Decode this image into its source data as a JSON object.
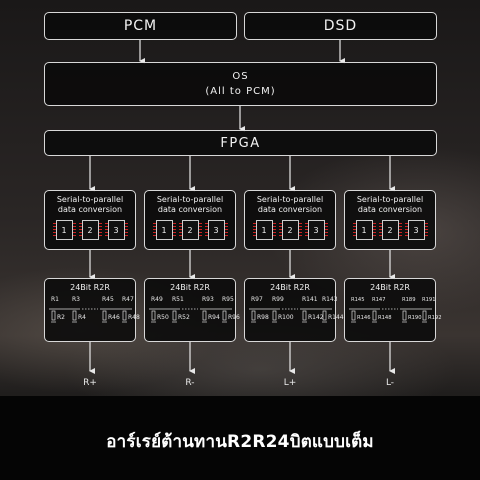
{
  "inputs": {
    "pcm": "PCM",
    "dsd": "DSD"
  },
  "os": {
    "line1": "OS",
    "line2": "(All to PCM)"
  },
  "fpga": "FPGA",
  "converters": [
    {
      "title1": "Serial-to-parallel",
      "title2": "data conversion",
      "chips": [
        "1",
        "2",
        "3"
      ]
    },
    {
      "title1": "Serial-to-parallel",
      "title2": "data conversion",
      "chips": [
        "1",
        "2",
        "3"
      ]
    },
    {
      "title1": "Serial-to-parallel",
      "title2": "data conversion",
      "chips": [
        "1",
        "2",
        "3"
      ]
    },
    {
      "title1": "Serial-to-parallel",
      "title2": "data conversion",
      "chips": [
        "1",
        "2",
        "3"
      ]
    }
  ],
  "r2r": [
    {
      "title": "24Bit R2R",
      "top": [
        "R1",
        "R3",
        "R45",
        "R47"
      ],
      "bottom": [
        "R2",
        "R4",
        "R46",
        "R48"
      ]
    },
    {
      "title": "24Bit R2R",
      "top": [
        "R49",
        "R51",
        "R93",
        "R95"
      ],
      "bottom": [
        "R50",
        "R52",
        "R94",
        "R96"
      ]
    },
    {
      "title": "24Bit R2R",
      "top": [
        "R97",
        "R99",
        "R141",
        "R143"
      ],
      "bottom": [
        "R98",
        "R100",
        "R142",
        "R144"
      ]
    },
    {
      "title": "24Bit R2R",
      "top": [
        "R145",
        "R147",
        "R189",
        "R191"
      ],
      "bottom": [
        "R146",
        "R148",
        "R190",
        "R192"
      ]
    }
  ],
  "outputs": [
    "R+",
    "R-",
    "L+",
    "L-"
  ],
  "caption": "อาร์เรย์ต้านทานR2R24บิตแบบเต็ม",
  "colors": {
    "accent_chip_pins": "#cc2222",
    "box_border": "#d8d8d8"
  }
}
